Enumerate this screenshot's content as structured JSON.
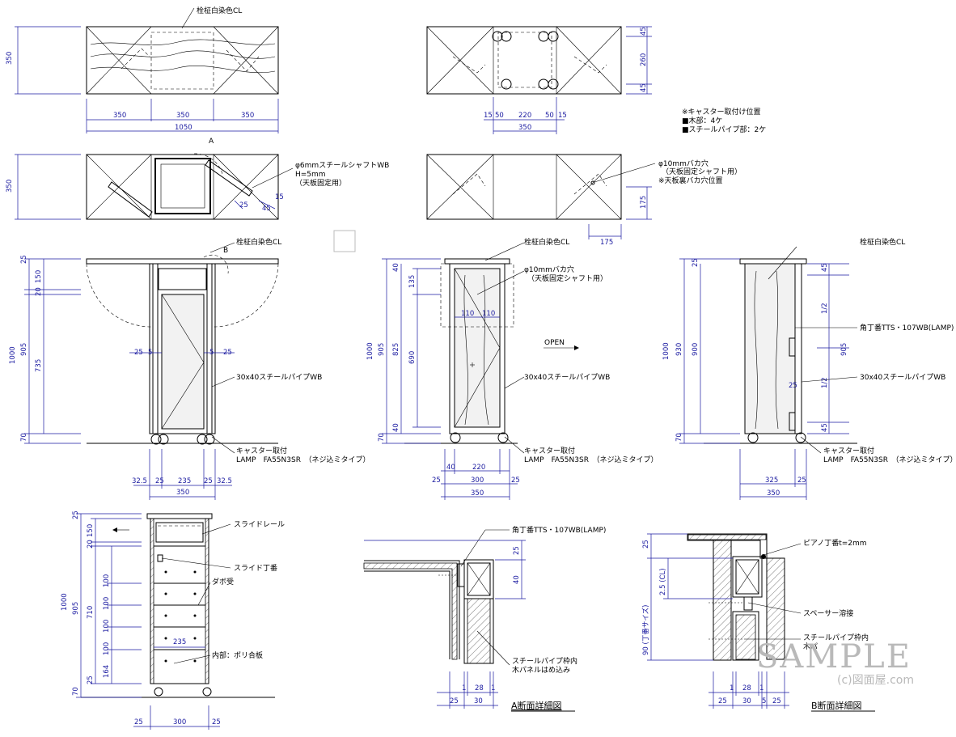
{
  "labels": {
    "top_finish": "栓柾白染色CL",
    "steel_shaft": "φ6mmスチールシャフトWB",
    "steel_shaft_h": "H=5mm",
    "steel_shaft_note": "（天板固定用）",
    "marker_a": "A",
    "marker_b": "B",
    "caster_note_1": "※キャスター取付け位置",
    "caster_note_2": "■木部：4ケ",
    "caster_note_3": "■スチールパイプ部：2ケ",
    "hole_10": "φ10mmバカ穴",
    "hole_10_note": "（天板固定シャフト用）",
    "hole_back_note": "※天板裏バカ穴位置",
    "finish_front": "栓柾白染色CL",
    "finish_side": "栓柾白染色CL",
    "finish_right": "栓柾白染色CL",
    "hole_side": "φ10mmバカ穴",
    "hole_side_note": "（天板固定シャフト用）",
    "open": "OPEN",
    "pipe_front": "30x40スチールパイプWB",
    "pipe_side": "30x40スチールパイプWB",
    "pipe_right": "30x40スチールパイプWB",
    "hinge_right": "角丁番TTS・107WB(LAMP)",
    "caster_front_1": "キャスター取付",
    "caster_front_2": "LAMP　FA55N3SR　（ネジ込ミタイプ）",
    "caster_side_1": "キャスター取付",
    "caster_side_2": "LAMP　FA55N3SR　（ネジ込ミタイプ）",
    "caster_right_1": "キャスター取付",
    "caster_right_2": "LAMP　FA55N3SR　（ネジ込ミタイプ）",
    "slide_rail": "スライドレール",
    "slide_hinge": "スライド丁番",
    "dowel": "ダボ受",
    "inner": "内部：ポリ合板",
    "hinge_a": "角丁番TTS・107WB(LAMP)",
    "panel_a_1": "スチールパイプ枠内",
    "panel_a_2": "木パネルはめ込み",
    "title_a": "A断面詳細図",
    "piano_hinge": "ピアノ丁番t=2mm",
    "spacer": "スペーサー溶接",
    "panel_b_1": "スチールパイプ枠内",
    "panel_b_2": "木パ",
    "title_b": "B断面詳細図",
    "watermark": "SAMPLE",
    "watermark_sub": "(c)図面屋.com"
  },
  "dims": {
    "p1_h": "350",
    "p1_a": "350",
    "p1_b": "350",
    "p1_c": "350",
    "p1_total": "1050",
    "p2_45a": "45",
    "p2_260": "260",
    "p2_45b": "45",
    "p2_15a": "15",
    "p2_50a": "50",
    "p2_220": "220",
    "p2_50b": "50",
    "p2_15b": "15",
    "p2_350": "350",
    "p3_h": "350",
    "p3_25": "25",
    "p3_15": "15",
    "p3_45": "45",
    "p4_175v": "175",
    "p4_175h": "175",
    "f_25": "25",
    "f_20": "20",
    "f_150": "150",
    "f_905": "905",
    "f_735": "735",
    "f_1000": "1000",
    "f_70": "70",
    "f_25a": "25",
    "f_5a": "5",
    "f_25b": "25",
    "f_5b": "5",
    "f_325a": "32.5",
    "f_25c": "25",
    "f_235": "235",
    "f_25d": "25",
    "f_325b": "32.5",
    "f_350": "350",
    "s_40": "40",
    "s_135": "135",
    "s_905": "905",
    "s_825": "825",
    "s_690": "690",
    "s_1000": "1000",
    "s_40b": "40",
    "s_70": "70",
    "s_110a": "110",
    "s_110b": "110",
    "s_40c": "40",
    "s_220": "220",
    "s_25a": "25",
    "s_300": "300",
    "s_25b": "25",
    "s_350": "350",
    "r_25": "25",
    "r_930": "930",
    "r_900": "900",
    "r_1000": "1000",
    "r_70": "70",
    "r_45a": "45",
    "r_12a": "1/2",
    "r_905": "905",
    "r_12b": "1/2",
    "r_45b": "45",
    "r_325": "325",
    "r_25b": "25",
    "r_350": "350",
    "i_25": "25",
    "i_150": "150",
    "i_20": "20",
    "i_1000": "1000",
    "i_905": "905",
    "i_710": "710",
    "i_100a": "100",
    "i_100b": "100",
    "i_100c": "100",
    "i_100d": "100",
    "i_164": "164",
    "i_25b": "25",
    "i_70": "70",
    "i_235": "235",
    "i_25c": "25",
    "i_300": "300",
    "i_25d": "25",
    "a_25": "25",
    "a_40": "40",
    "a_1": "1",
    "a_28": "28",
    "a_1b": "1",
    "a_25b": "25",
    "a_30": "30",
    "b_25": "25",
    "b_25cl": "2.5 (CL)",
    "b_90": "90 (丁番サイズ)",
    "b_1": "1",
    "b_28": "28",
    "b_1b": "1",
    "b_25a": "25",
    "b_30": "30",
    "b_5": "5",
    "b_25b": "25"
  }
}
